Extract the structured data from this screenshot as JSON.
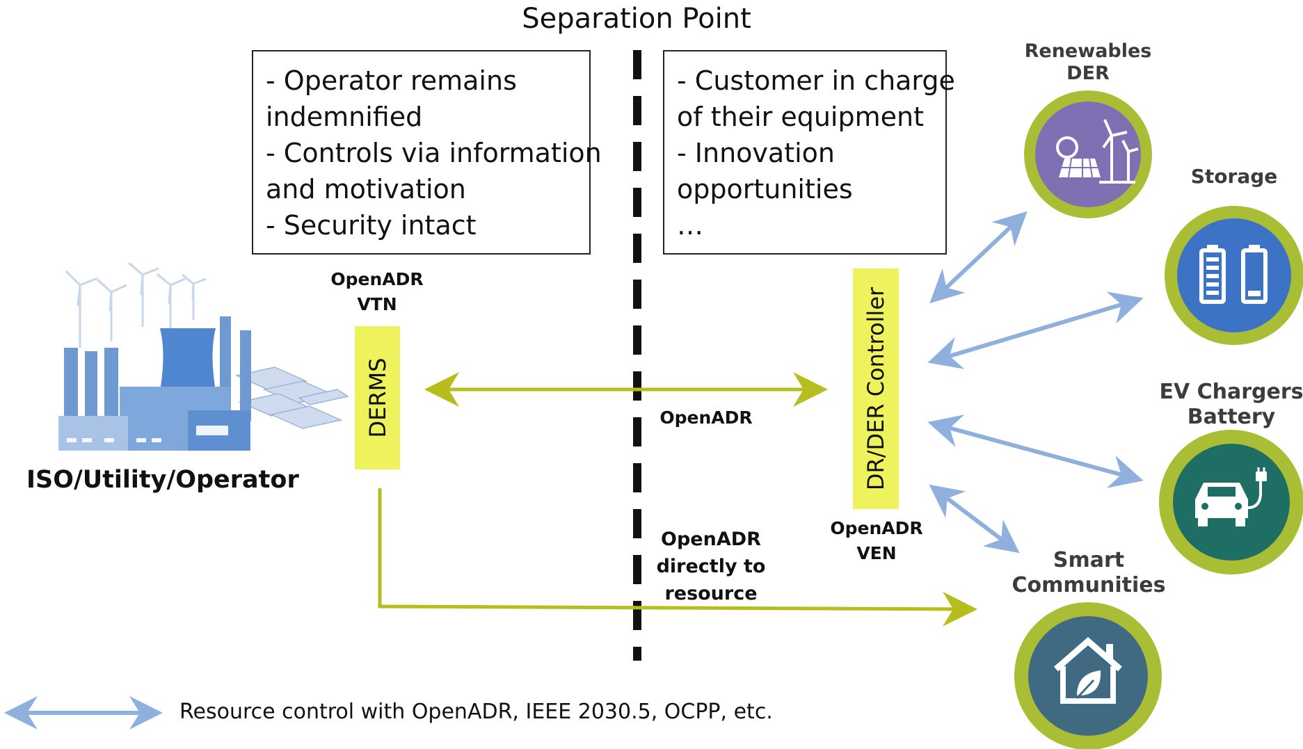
{
  "title": "Separation Point",
  "operator_box": {
    "lines": [
      "- Operator remains",
      "indemnified",
      "- Controls via information",
      "and motivation",
      "- Security intact"
    ]
  },
  "customer_box": {
    "lines": [
      "- Customer in charge",
      "of their equipment",
      "- Innovation",
      "opportunities",
      "…"
    ]
  },
  "vtn_label": {
    "line1": "OpenADR",
    "line2": "VTN"
  },
  "ven_label": {
    "line1": "OpenADR",
    "line2": "VEN"
  },
  "derms_label": "DERMS",
  "controller_label": "DR/DER Controller",
  "openadr_link_label": "OpenADR",
  "direct_label": {
    "line1": "OpenADR",
    "line2": "directly to",
    "line3": "resource"
  },
  "operator_label": "ISO/Utility/Operator",
  "legend_text": "Resource control with OpenADR, IEEE 2030.5, OCPP, etc.",
  "resources": {
    "renewables": {
      "line1": "Renewables",
      "line2": "DER",
      "icon": "solar-wind-icon"
    },
    "storage": {
      "line1": "Storage",
      "icon": "battery-icon"
    },
    "ev": {
      "line1": "EV Chargers",
      "line2": "Battery",
      "icon": "ev-car-charger-icon"
    },
    "smart": {
      "line1": "Smart",
      "line2": "Communities",
      "icon": "house-leaf-icon"
    }
  },
  "colors": {
    "yellow_arrow": "#b6be1e",
    "yellow_tab": "#eef25c",
    "blue_arrow": "#8fb0dd",
    "ring": "#a9bd35",
    "renewables_fill": "#7f6fb3",
    "storage_fill": "#3d73c5",
    "ev_fill": "#1f6e63",
    "smart_fill": "#3f6a82"
  }
}
